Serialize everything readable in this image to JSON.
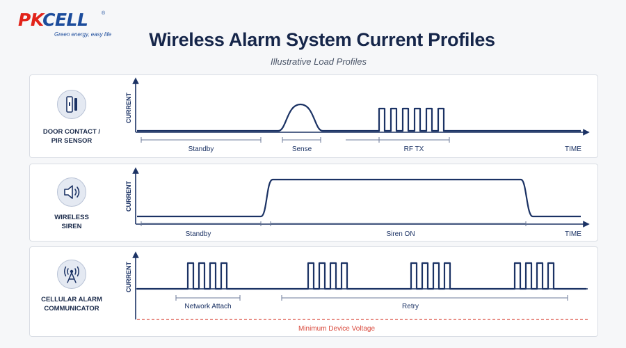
{
  "brand": {
    "name_part1": "PK",
    "name_part2": "CELL",
    "registered": "®",
    "tagline": "Green energy, easy life"
  },
  "header": {
    "title": "Wireless Alarm System Current Profiles",
    "subtitle": "Illustrative Load Profiles"
  },
  "colors": {
    "trace": "#1b3264",
    "axis": "#1b3264",
    "segment": "#6b7a99",
    "threshold": "#d94a3d",
    "panel_border": "#d9dde4",
    "badge_fill": "#e4e9f2"
  },
  "panels": [
    {
      "label_line1": "DOOR CONTACT /",
      "label_line2": "PIR SENSOR",
      "icon": "door-sensor-icon",
      "y_axis": "CURRENT",
      "x_axis": "TIME",
      "segments": [
        "Standby",
        "Sense",
        "RF TX"
      ]
    },
    {
      "label_line1": "WIRELESS",
      "label_line2": "SIREN",
      "icon": "speaker-icon",
      "y_axis": "CURRENT",
      "x_axis": "TIME",
      "segments": [
        "Standby",
        "Siren ON"
      ]
    },
    {
      "label_line1": "CELLULAR ALARM",
      "label_line2": "COMMUNICATOR",
      "icon": "cell-tower-icon",
      "y_axis": "CURRENT",
      "segments": [
        "Network Attach",
        "Retry"
      ],
      "threshold_label": "Minimum Device Voltage"
    }
  ]
}
